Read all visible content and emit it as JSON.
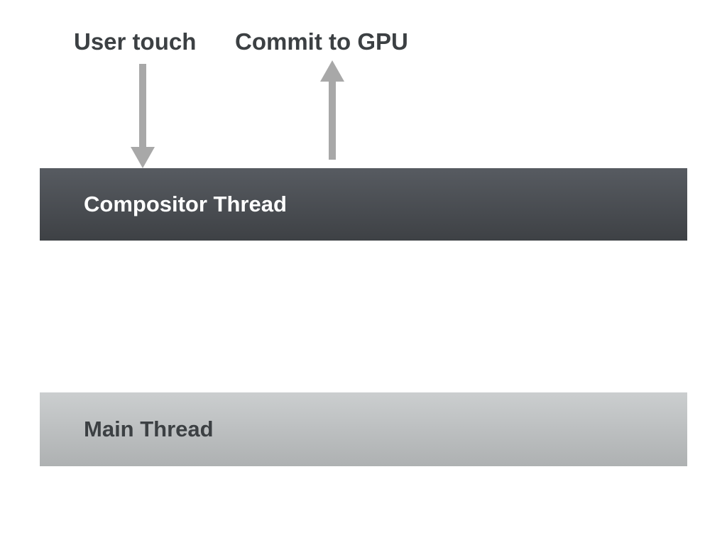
{
  "diagram": {
    "title": "Compositor and Main Thread diagram",
    "labels": {
      "user_touch": "User touch",
      "commit_to_gpu": "Commit to GPU"
    },
    "bars": {
      "compositor": {
        "label": "Compositor Thread"
      },
      "main": {
        "label": "Main Thread"
      }
    },
    "arrows": {
      "down": {
        "icon": "arrow-down-icon",
        "from": "User touch",
        "to": "Compositor Thread"
      },
      "up": {
        "icon": "arrow-up-icon",
        "from": "Compositor Thread",
        "to": "Commit to GPU"
      }
    },
    "colors": {
      "background": "#ffffff",
      "text": "#3c4043",
      "arrow": "#a8a8a8",
      "compositor-top": "#575b61",
      "compositor-bottom": "#3e4145",
      "compositor-text": "#ffffff",
      "main-top": "#cbcecf",
      "main-bottom": "#aeb1b2",
      "main-text": "#3c4043"
    }
  }
}
